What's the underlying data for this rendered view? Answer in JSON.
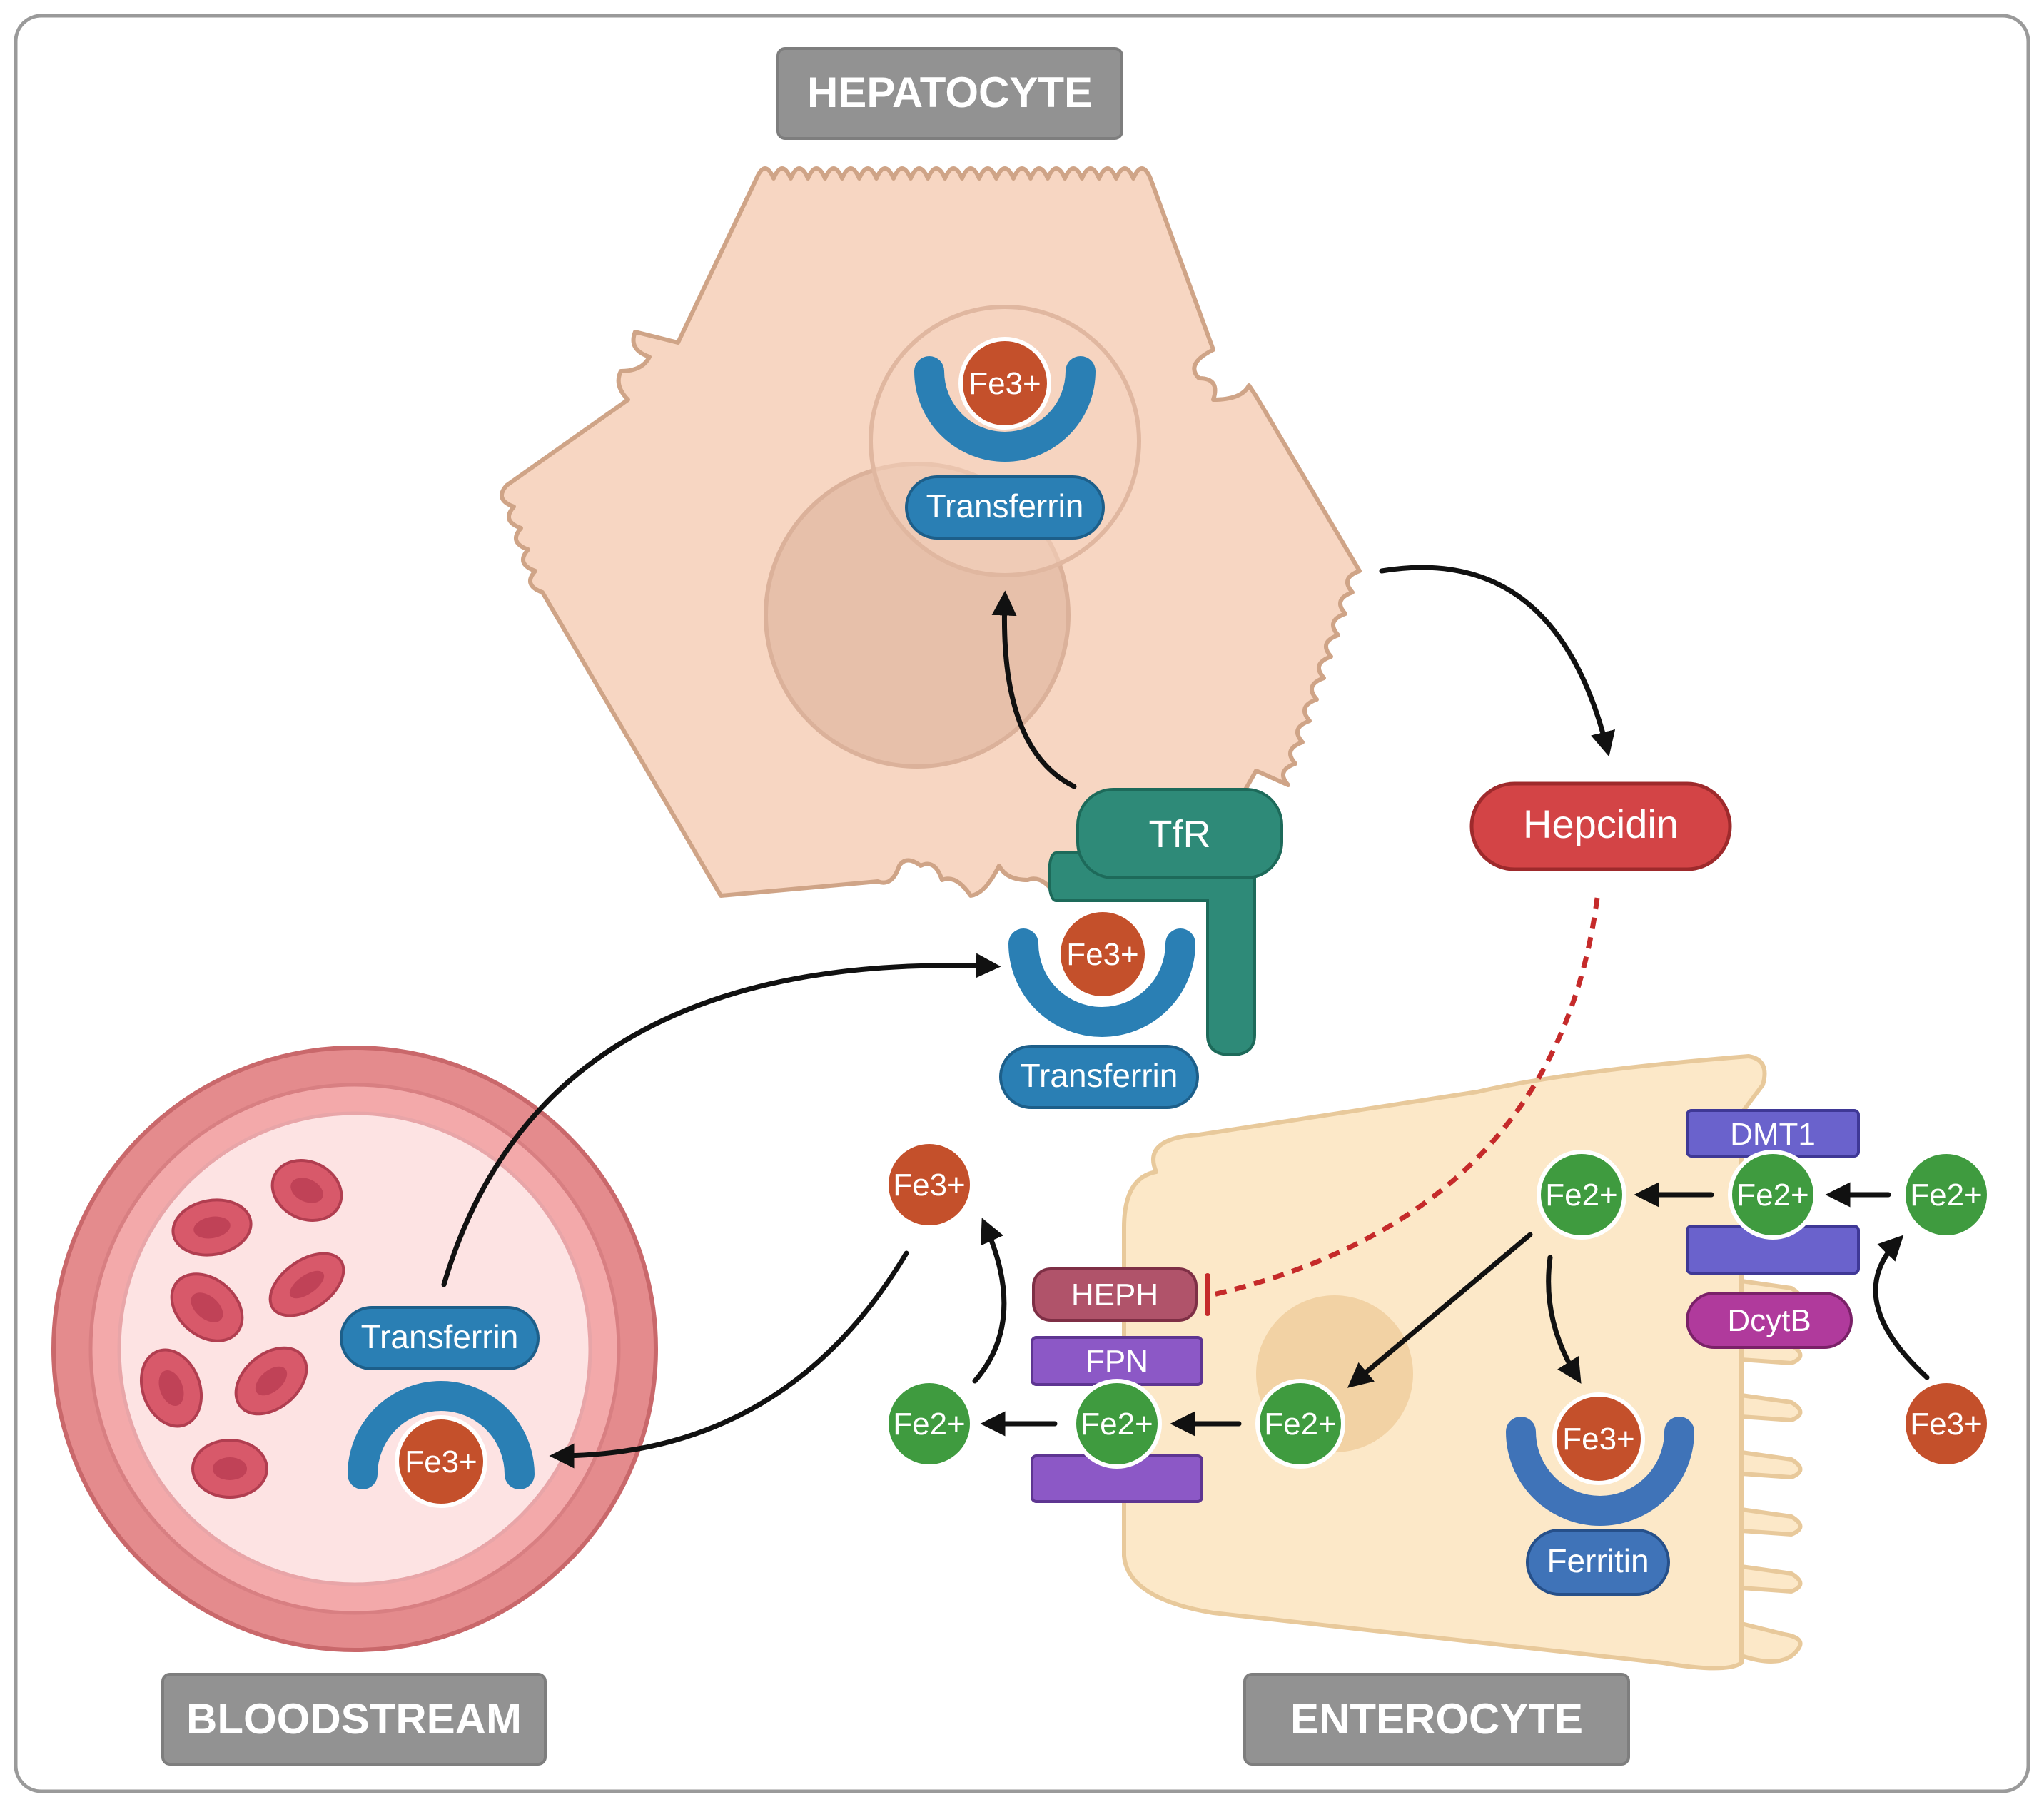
{
  "labels": {
    "hepatocyte": "HEPATOCYTE",
    "bloodstream": "BLOODSTREAM",
    "enterocyte": "ENTEROCYTE"
  },
  "proteins": {
    "transferrin": "Transferrin",
    "tfr": "TfR",
    "hepcidin": "Hepcidin",
    "heph": "HEPH",
    "fpn": "FPN",
    "dmt1": "DMT1",
    "dcytb": "DcytB",
    "ferritin": "Ferritin"
  },
  "ions": {
    "fe2": "Fe2+",
    "fe3": "Fe3+"
  },
  "colors": {
    "label_box": "#929292",
    "hepatocyte_fill": "#f7d6c2",
    "hepatocyte_stroke": "#cfa487",
    "enterocyte_fill": "#fce8c8",
    "enterocyte_stroke": "#e8c99b",
    "vessel_outer": "#e48b8d",
    "vessel_inner": "#fde3e3",
    "rbc": "#d8596a",
    "transferrin_blue": "#2a7fb4",
    "tfr_green": "#2e8a78",
    "hepcidin_red": "#d34446",
    "fe3_orange": "#c4502b",
    "fe2_green": "#3f9b3f",
    "heph": "#b0536a",
    "fpn": "#8c58c6",
    "dmt1": "#6a62cc",
    "dcytb": "#b03a9c",
    "ferritin_blue": "#3f73b8"
  }
}
